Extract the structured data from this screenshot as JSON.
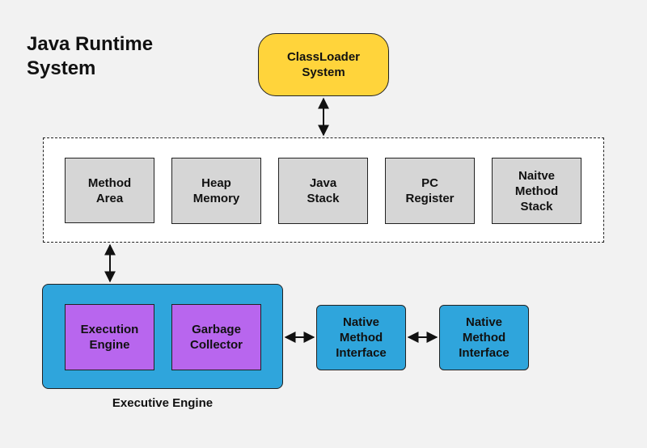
{
  "title_lines": [
    "Java Runtime",
    "System"
  ],
  "classloader": [
    "ClassLoader",
    "System"
  ],
  "memory_areas": [
    [
      "Method",
      "Area"
    ],
    [
      "Heap",
      "Memory"
    ],
    [
      "Java",
      "Stack"
    ],
    [
      "PC",
      "Register"
    ],
    [
      "Naitve",
      "Method",
      "Stack"
    ]
  ],
  "engine_components": [
    [
      "Execution",
      "Engine"
    ],
    [
      "Garbage",
      "Collector"
    ]
  ],
  "engine_label": "Executive Engine",
  "native_interfaces": [
    [
      "Native",
      "Method",
      "Interface"
    ],
    [
      "Native",
      "Method",
      "Interface"
    ]
  ],
  "colors": {
    "classloader": "#ffd43b",
    "memory": "#d6d6d6",
    "engine": "#2fa5dc",
    "engine_component": "#b866ee",
    "native": "#2fa5dc"
  }
}
